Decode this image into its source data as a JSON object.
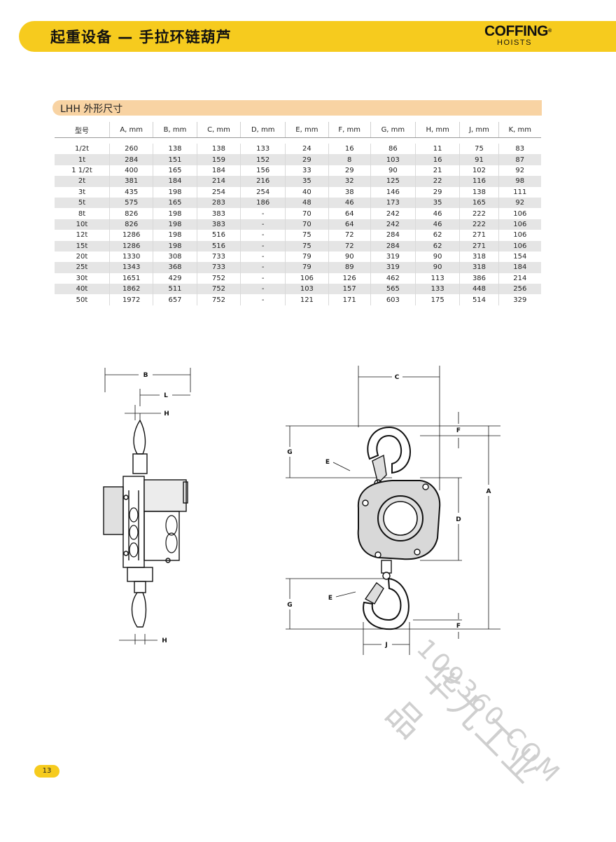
{
  "header": {
    "title": "起重设备 — 手拉环链葫芦",
    "logo_main": "COFFING",
    "logo_reg": "®",
    "logo_sub": "HOISTS"
  },
  "section": {
    "title": "LHH 外形尺寸"
  },
  "table": {
    "columns": [
      "型号",
      "A, mm",
      "B, mm",
      "C, mm",
      "D, mm",
      "E, mm",
      "F, mm",
      "G, mm",
      "H, mm",
      "J, mm",
      "K, mm"
    ],
    "rows": [
      [
        "1/2t",
        "260",
        "138",
        "138",
        "133",
        "24",
        "16",
        "86",
        "11",
        "75",
        "83"
      ],
      [
        "1t",
        "284",
        "151",
        "159",
        "152",
        "29",
        "8",
        "103",
        "16",
        "91",
        "87"
      ],
      [
        "1 1/2t",
        "400",
        "165",
        "184",
        "156",
        "33",
        "29",
        "90",
        "21",
        "102",
        "92"
      ],
      [
        "2t",
        "381",
        "184",
        "214",
        "216",
        "35",
        "32",
        "125",
        "22",
        "116",
        "98"
      ],
      [
        "3t",
        "435",
        "198",
        "254",
        "254",
        "40",
        "38",
        "146",
        "29",
        "138",
        "111"
      ],
      [
        "5t",
        "575",
        "165",
        "283",
        "186",
        "48",
        "46",
        "173",
        "35",
        "165",
        "92"
      ],
      [
        "8t",
        "826",
        "198",
        "383",
        "-",
        "70",
        "64",
        "242",
        "46",
        "222",
        "106"
      ],
      [
        "10t",
        "826",
        "198",
        "383",
        "-",
        "70",
        "64",
        "242",
        "46",
        "222",
        "106"
      ],
      [
        "12t",
        "1286",
        "198",
        "516",
        "-",
        "75",
        "72",
        "284",
        "62",
        "271",
        "106"
      ],
      [
        "15t",
        "1286",
        "198",
        "516",
        "-",
        "75",
        "72",
        "284",
        "62",
        "271",
        "106"
      ],
      [
        "20t",
        "1330",
        "308",
        "733",
        "-",
        "79",
        "90",
        "319",
        "90",
        "318",
        "154"
      ],
      [
        "25t",
        "1343",
        "368",
        "733",
        "-",
        "79",
        "89",
        "319",
        "90",
        "318",
        "184"
      ],
      [
        "30t",
        "1651",
        "429",
        "752",
        "-",
        "106",
        "126",
        "462",
        "113",
        "386",
        "214"
      ],
      [
        "40t",
        "1862",
        "511",
        "752",
        "-",
        "103",
        "157",
        "565",
        "133",
        "448",
        "256"
      ],
      [
        "50t",
        "1972",
        "657",
        "752",
        "-",
        "121",
        "171",
        "603",
        "175",
        "514",
        "329"
      ]
    ]
  },
  "diagram": {
    "labels": {
      "B": "B",
      "L": "L",
      "H_top": "H",
      "H_bottom": "H",
      "C": "C",
      "F_top": "F",
      "F_bottom": "F",
      "G_top": "G",
      "G_bottom": "G",
      "E_top": "E",
      "E_bottom": "E",
      "D": "D",
      "A": "A",
      "J": "J"
    }
  },
  "watermark": {
    "line1": "华九工业品",
    "line2": "109360.COM"
  },
  "footer": {
    "page_number": "13"
  },
  "colors": {
    "header_yellow": "#f6cb1e",
    "section_peach": "#f8d3a3",
    "row_gray": "#e5e5e5"
  }
}
